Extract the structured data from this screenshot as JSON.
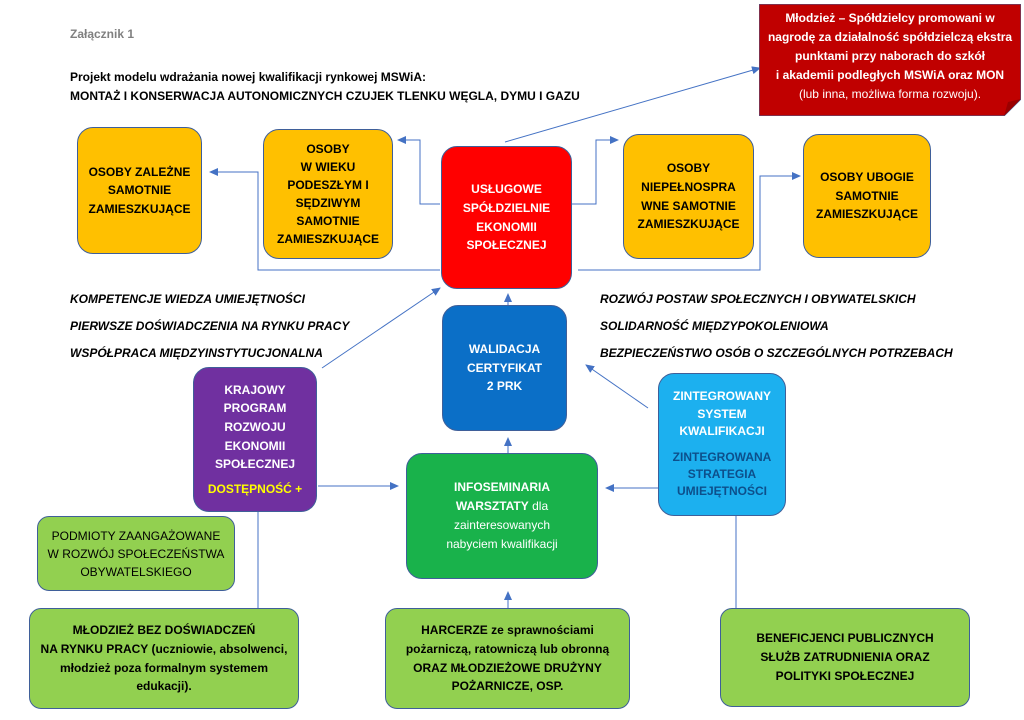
{
  "header": {
    "annex": "Załącznik 1",
    "project_line": "Projekt modelu wdrażania nowej kwalifikacji rynkowej MSWiA:",
    "qualification_line": "MONTAŻ I KONSERWACJA AUTONOMICZNYCH CZUJEK TLENKU WĘGLA, DYMU I GAZU"
  },
  "red_note": {
    "lines": [
      "Młodzież – Spółdzielcy promowani w",
      "nagrodę za działalność spółdzielczą ekstra",
      "punktami przy naborach do szkół",
      "i akademii podległych MSWiA oraz MON"
    ],
    "tail": "(lub inna, możliwa forma rozwoju)."
  },
  "top_row": {
    "dependent": [
      "OSOBY ZALEŻNE",
      "SAMOTNIE",
      "ZAMIESZKUJĄCE"
    ],
    "elderly": [
      "OSOBY",
      "W WIEKU",
      "PODESZŁYM I",
      "SĘDZIWYM",
      "SAMOTNIE",
      "ZAMIESZKUJĄCE"
    ],
    "center": [
      "USŁUGOWE",
      "SPÓŁDZIELNIE",
      "EKONOMII",
      "SPOŁECZNEJ"
    ],
    "disabled": [
      "OSOBY",
      "NIEPEŁNOSPRA",
      "WNE SAMOTNIE",
      "ZAMIESZKUJĄCE"
    ],
    "poor": [
      "OSOBY UBOGIE",
      "SAMOTNIE",
      "ZAMIESZKUJĄCE"
    ]
  },
  "left_list": [
    "KOMPETENCJE WIEDZA UMIEJĘTNOŚCI",
    "PIERWSZE DOŚWIADCZENIA NA RYNKU PRACY",
    "WSPÓŁPRACA MIĘDZYINSTYTUCJONALNA"
  ],
  "right_list": [
    "ROZWÓJ POSTAW SPOŁECZNYCH I OBYWATELSKICH",
    "SOLIDARNOŚĆ MIĘDZYPOKOLENIOWA",
    "BEZPIECZEŃSTWO OSÓB O SZCZEGÓLNYCH POTRZEBACH"
  ],
  "validation": [
    "WALIDACJA",
    "CERTYFIKAT",
    "2 PRK"
  ],
  "program": {
    "lines": [
      "KRAJOWY",
      "PROGRAM",
      "ROZWOJU",
      "EKONOMII",
      "SPOŁECZNEJ"
    ],
    "accent": "DOSTĘPNOŚĆ +"
  },
  "integrated": {
    "top": [
      "ZINTEGROWANY",
      "SYSTEM",
      "KWALIFIKACJI"
    ],
    "bottom": [
      "ZINTEGROWANA",
      "STRATEGIA",
      "UMIEJĘTNOŚCI"
    ]
  },
  "info": {
    "line1": "INFOSEMINARIA",
    "line2_bold": "WARSZTATY",
    "line2_rest": " dla",
    "line3": "zainteresowanych",
    "line4": "nabyciem kwalifikacji"
  },
  "entities": [
    "PODMIOTY ZAANGAŻOWANE",
    "W ROZWÓJ SPOŁECZEŃSTWA",
    "OBYWATELSKIEGO"
  ],
  "youth": {
    "line1": "MŁODZIEŻ BEZ DOŚWIADCZEŃ",
    "line2_bold": "NA RYNKU PRACY",
    "line2_rest": " (uczniowie, absolwenci,",
    "line3": "młodzież poza formalnym systemem",
    "line4": "edukacji)."
  },
  "scouts": {
    "line1_bold": "HARCERZE",
    "line1_rest": " ze sprawnościami",
    "line2": "pożarniczą, ratowniczą lub obronną",
    "line3": "ORAZ MŁODZIEŻOWE DRUŻYNY",
    "line4": "POŻARNICZE, OSP."
  },
  "beneficiaries": [
    "BENEFICJENCI PUBLICZNYCH",
    "SŁUŻB ZATRUDNIENIA ORAZ",
    "POLITYKI SPOŁECZNEJ"
  ],
  "colors": {
    "yellow": "#ffc000",
    "red": "#ff0000",
    "dark_red": "#c00000",
    "blue": "#0b6fc7",
    "purple": "#7030a0",
    "green": "#19b24b",
    "cyan": "#1cb0ef",
    "light_green": "#92d050",
    "connector": "#4472c4",
    "accent_yellow": "#ffff00"
  }
}
